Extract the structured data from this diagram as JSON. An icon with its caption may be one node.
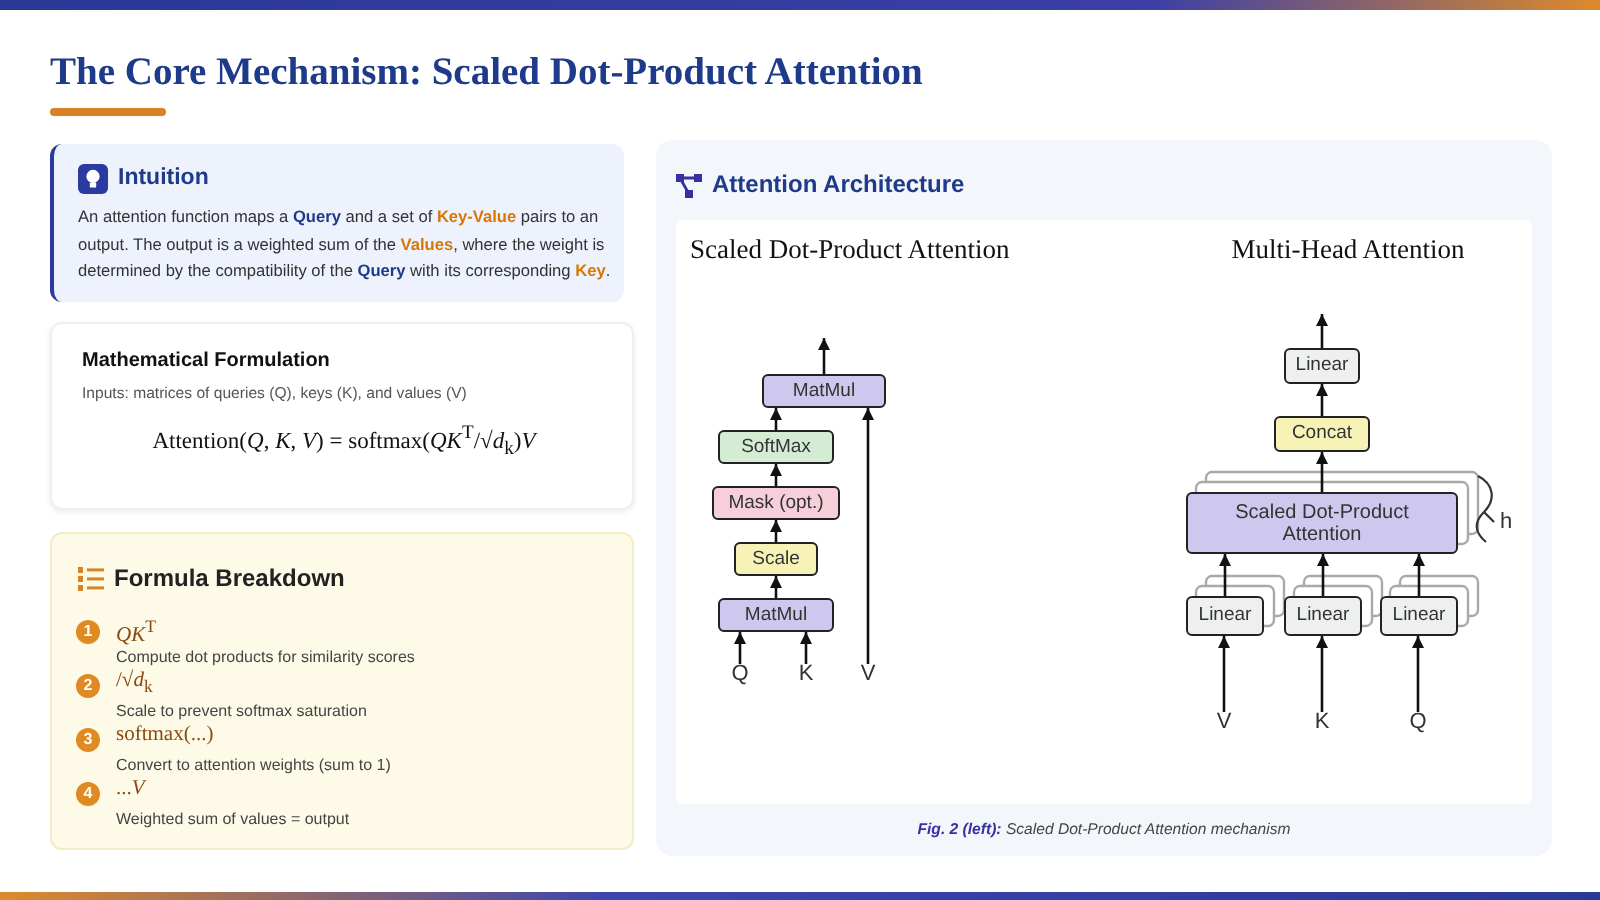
{
  "diagram": {
    "title": "The Core Mechanism: Scaled Dot-Product Attention",
    "nodes": [
      {
        "text": [
          "Intuition",
          "An attention function maps a **Query** and a set of **Key-Value** pairs to an output. The output is a weighted sum of the **Values**, where the weight is determined by the compatibility of the **Query** with its corresponding **Key**."
        ]
      },
      {
        "text": [
          "Mathematical Formulation",
          "Inputs: matrices of queries (Q), keys (K), and values (V)",
          "Attention(*Q*, *K*, *V*) = softmax(*QK*$^{T}$/√*d*$_{k}$)*V*"
        ]
      },
      {
        "text": [
          "Formula Breakdown"
        ]
      },
      {
        "text": [
          "1"
        ],
        "in": 2,
        "beside": [
          "*QK*$^{T}$",
          "Compute dot products for similarity scores"
        ]
      },
      {
        "text": [
          "2"
        ],
        "in": 2,
        "beside": [
          "/√*d*$_{k}$",
          "Scale to prevent softmax saturation"
        ]
      },
      {
        "text": [
          "3"
        ],
        "in": 2,
        "beside": [
          "softmax(...)",
          "Convert to attention weights (sum to 1)"
        ]
      },
      {
        "text": [
          "4"
        ],
        "in": 2,
        "beside": [
          "...*V*",
          "Weighted sum of values = output"
        ]
      },
      {
        "text": [
          "Attention Architecture",
          "**Fig. 2 (left):** Scaled Dot-Product Attention mechanism"
        ]
      },
      {
        "text": [
          "MatMul"
        ],
        "in": 7
      },
      {
        "text": [
          "SoftMax"
        ],
        "in": 7
      },
      {
        "text": [
          "Mask (opt.)"
        ],
        "in": 7
      },
      {
        "text": [
          "Scale"
        ],
        "in": 7
      },
      {
        "text": [
          "MatMul"
        ],
        "in": 7
      },
      {
        "text": [
          "Q"
        ],
        "in": 7
      },
      {
        "text": [
          "K"
        ],
        "in": 7
      },
      {
        "text": [
          "V"
        ],
        "in": 7
      },
      {
        "text": [
          "Linear"
        ],
        "in": 7
      },
      {
        "text": [
          "Concat"
        ],
        "in": 7
      },
      {
        "text": [
          "Scaled Dot-Product Attention"
        ],
        "in": 7
      },
      {
        "text": [
          "Linear"
        ],
        "in": 7
      },
      {
        "text": [
          "Linear"
        ],
        "in": 7
      },
      {
        "text": [
          "Linear"
        ],
        "in": 7
      },
      {
        "text": [
          "V"
        ],
        "in": 7
      },
      {
        "text": [
          "K"
        ],
        "in": 7
      },
      {
        "text": [
          "Q"
        ],
        "in": 7
      }
    ],
    "edges": [
      {
        "from": 13,
        "to": 12,
        "arrow": "to"
      },
      {
        "from": 14,
        "to": 12,
        "arrow": "to"
      },
      {
        "from": 12,
        "to": 11,
        "arrow": "to"
      },
      {
        "from": 11,
        "to": 10,
        "arrow": "to"
      },
      {
        "from": 10,
        "to": 9,
        "arrow": "to"
      },
      {
        "from": 9,
        "to": 8,
        "arrow": "to"
      },
      {
        "from": 15,
        "to": 8,
        "arrow": "to"
      },
      {
        "from": 8,
        "to": null,
        "arrow": "to"
      },
      {
        "from": 22,
        "to": 19,
        "arrow": "to"
      },
      {
        "from": 23,
        "to": 20,
        "arrow": "to"
      },
      {
        "from": 24,
        "to": 21,
        "arrow": "to"
      },
      {
        "from": 19,
        "to": 18,
        "arrow": "to"
      },
      {
        "from": 20,
        "to": 18,
        "arrow": "to"
      },
      {
        "from": 21,
        "to": 18,
        "arrow": "to"
      },
      {
        "from": 18,
        "to": 17,
        "arrow": "to"
      },
      {
        "from": 17,
        "to": 16,
        "arrow": "to"
      },
      {
        "from": 16,
        "to": null,
        "arrow": "to"
      }
    ],
    "labels": [
      "Scaled Dot-Product Attention",
      "Multi-Head Attention",
      "h"
    ]
  }
}
